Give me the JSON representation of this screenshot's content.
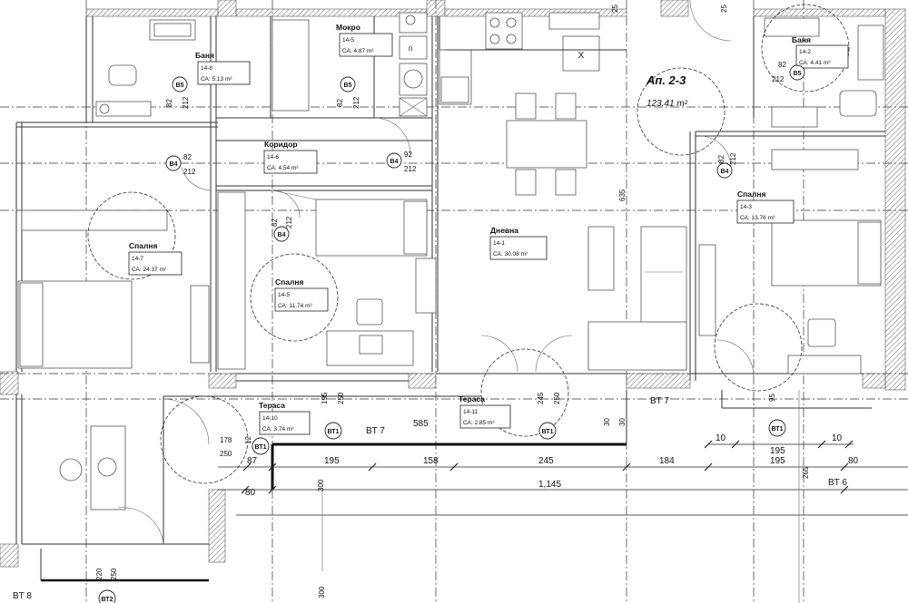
{
  "apartment": {
    "label": "Ап. 2-3",
    "area": "123.41 m²"
  },
  "rooms": [
    {
      "name": "Баня",
      "code": "14-8",
      "area": "СА: 5.13 m²"
    },
    {
      "name": "Мокро",
      "code": "14-5",
      "area": "СА: 4.87 m²"
    },
    {
      "name": "Коридор",
      "code": "14-6",
      "area": "СА: 4.54 m²"
    },
    {
      "name": "Спалня",
      "code": "14-7",
      "area": "СА: 24.37 m²"
    },
    {
      "name": "Спалня",
      "code": "14-5",
      "area": "СА: 11.74 m²"
    },
    {
      "name": "Дневна",
      "code": "14-1",
      "area": "СА: 30.08 m²"
    },
    {
      "name": "Баня",
      "code": "14-2",
      "area": "СА: 4.41 m²"
    },
    {
      "name": "Спалня",
      "code": "14-3",
      "area": "СА: 13.76 m²"
    },
    {
      "name": "Тераса",
      "code": "14-10",
      "area": "СА: 3.74 m²"
    },
    {
      "name": "Тераса",
      "code": "14-11",
      "area": "СА: 2.85 m²"
    }
  ],
  "door_tags": [
    {
      "tag": "B5",
      "w": "82",
      "h": "212"
    },
    {
      "tag": "B5",
      "w": "82",
      "h": "212"
    },
    {
      "tag": "B4",
      "w": "82",
      "h": "212"
    },
    {
      "tag": "B4",
      "w": "92",
      "h": "212"
    },
    {
      "tag": "B4",
      "w": "82",
      "h": "212"
    },
    {
      "tag": "B4",
      "w": "82",
      "h": "212"
    },
    {
      "tag": "B5",
      "w": "82",
      "h": "212"
    }
  ],
  "window_tags": [
    "ВТ1",
    "ВТ1",
    "ВТ1",
    "ВТ1",
    "ВТ2"
  ],
  "window_labels": [
    "BT 7",
    "BT 7",
    "BT 6",
    "BT 8"
  ],
  "dimensions": {
    "row1": [
      "10",
      "195",
      "10"
    ],
    "row2": [
      "87",
      "195",
      "158",
      "245",
      "184",
      "195",
      "80"
    ],
    "row3": [
      "80",
      "1,145"
    ],
    "misc": [
      "585",
      "635",
      "178",
      "250",
      "300",
      "30",
      "195",
      "250",
      "245",
      "250",
      "265",
      "95",
      "300",
      "220",
      "250",
      "25",
      "25",
      "30",
      "12"
    ]
  },
  "kitchen_marks": [
    "X",
    "п"
  ]
}
